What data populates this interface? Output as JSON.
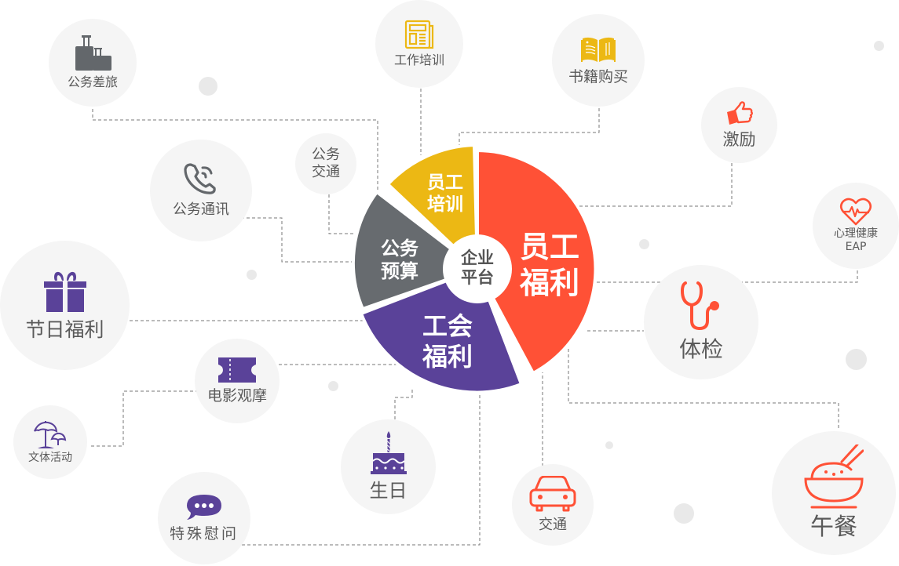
{
  "center": {
    "label_line1": "企业",
    "label_line2": "平台"
  },
  "segments": [
    {
      "id": "staff-welfare",
      "line1": "员工",
      "line2": "福利",
      "color": "#ff5136"
    },
    {
      "id": "union-welfare",
      "line1": "工会",
      "line2": "福利",
      "color": "#5a4299"
    },
    {
      "id": "business-budget",
      "line1": "公务",
      "line2": "预算",
      "color": "#676b6f"
    },
    {
      "id": "staff-training",
      "line1": "员工",
      "line2": "培训",
      "color": "#ecb814"
    }
  ],
  "nodes": {
    "business_travel": {
      "label": "公务差旅",
      "icon": "luggage-icon"
    },
    "job_training": {
      "label": "工作培训",
      "icon": "newspaper-icon"
    },
    "book_purchase": {
      "label": "书籍购买",
      "icon": "open-book-icon"
    },
    "incentive": {
      "label": "激励",
      "icon": "thumbs-up-icon"
    },
    "mental_health": {
      "label_line1": "心理健康",
      "label_line2": "EAP",
      "icon": "heart-pulse-icon"
    },
    "business_comm": {
      "label": "公务通讯",
      "icon": "phone-icon"
    },
    "business_transport": {
      "label_line1": "公务",
      "label_line2": "交通"
    },
    "holiday_welfare": {
      "label": "节日福利",
      "icon": "gift-icon"
    },
    "movie": {
      "label": "电影观摩",
      "icon": "ticket-icon"
    },
    "recreation": {
      "label": "文体活动",
      "icon": "beach-umbrella-icon"
    },
    "birthday": {
      "label": "生日",
      "icon": "birthday-cake-icon"
    },
    "condolence": {
      "label": "特殊慰问",
      "icon": "chat-bubble-icon"
    },
    "transport": {
      "label": "交通",
      "icon": "car-icon"
    },
    "health_check": {
      "label": "体检",
      "icon": "stethoscope-icon"
    },
    "lunch": {
      "label": "午餐",
      "icon": "rice-bowl-icon"
    }
  },
  "colors": {
    "red": "#ff5136",
    "purple": "#5a4299",
    "gray": "#676b6f",
    "yellow": "#ecb814",
    "node_bg": "#f5f5f5",
    "connector": "#777777",
    "dot": "#e9e9e9"
  }
}
